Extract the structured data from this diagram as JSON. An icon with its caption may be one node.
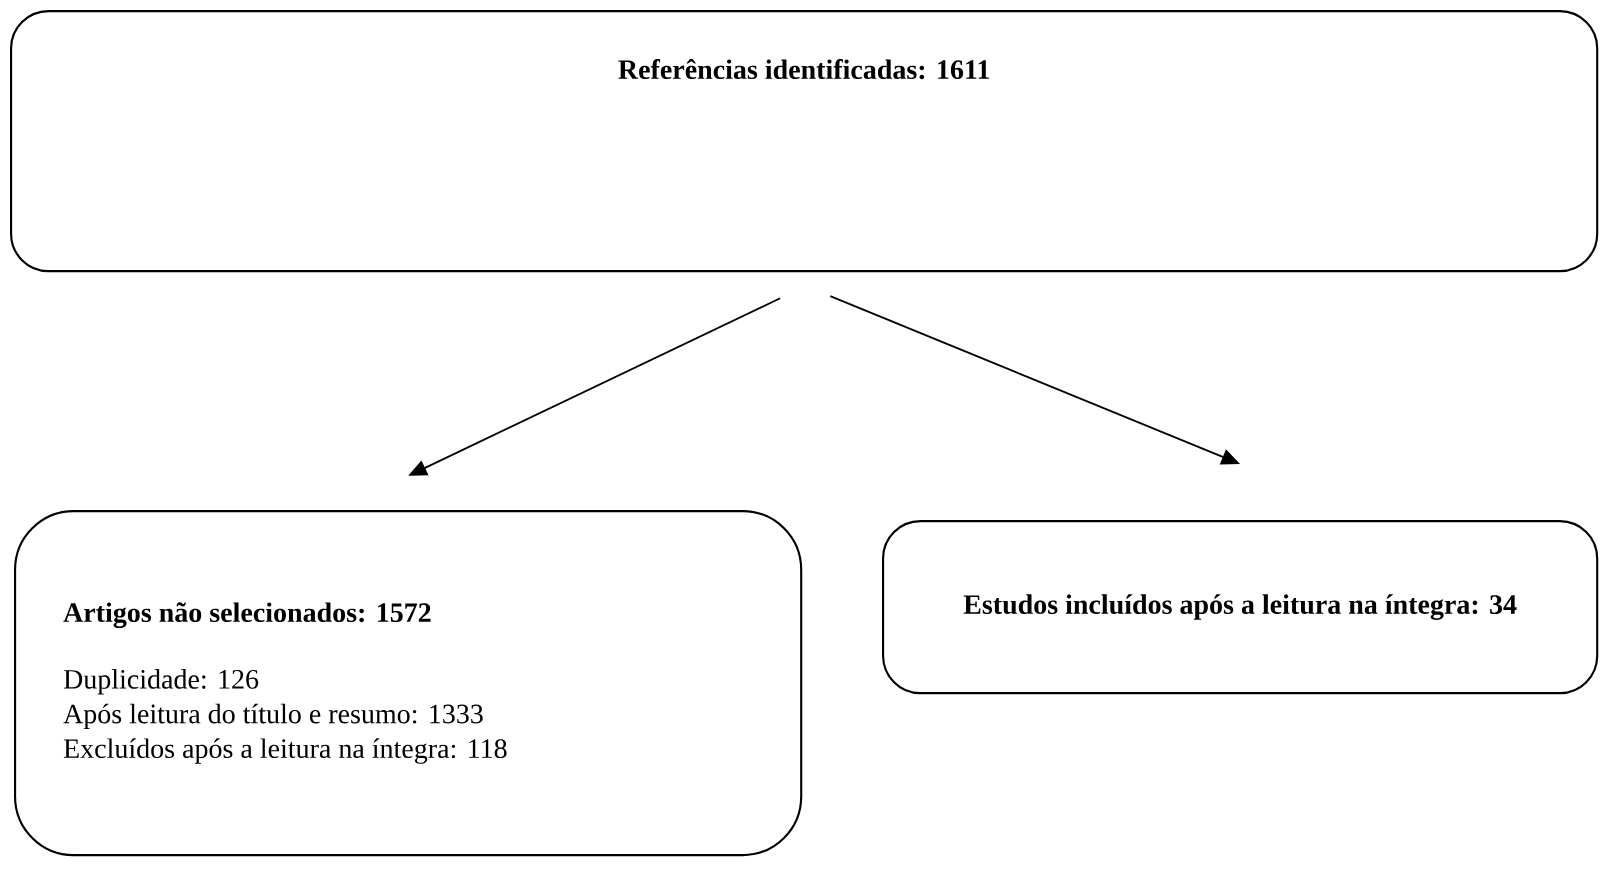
{
  "diagram": {
    "nodes": [
      {
        "text": [
          "Referências identificadas: 1611"
        ]
      },
      {
        "text": [
          "Artigos não selecionados: 1572",
          "Duplicidade: 126",
          "Após leitura do título e resumo: 1333",
          "Excluídos após a leitura na íntegra: 118"
        ]
      },
      {
        "text": [
          "Estudos incluídos após a leitura na íntegra: 34"
        ]
      }
    ],
    "edges": [
      {
        "from": 0,
        "to": 1,
        "arrow": "to"
      },
      {
        "from": 0,
        "to": 2,
        "arrow": "to"
      }
    ]
  }
}
